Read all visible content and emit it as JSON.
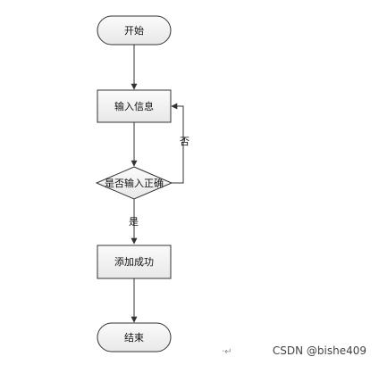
{
  "flowchart": {
    "start": {
      "label": "开始"
    },
    "input": {
      "label": "输入信息"
    },
    "decision": {
      "label": "是否输入正确"
    },
    "add": {
      "label": "添加成功"
    },
    "end": {
      "label": "结束"
    },
    "edge_no": {
      "label": "否"
    },
    "edge_yes": {
      "label": "是"
    }
  },
  "footer": {
    "return_mark": "·↵",
    "watermark": "CSDN @bishe409"
  }
}
